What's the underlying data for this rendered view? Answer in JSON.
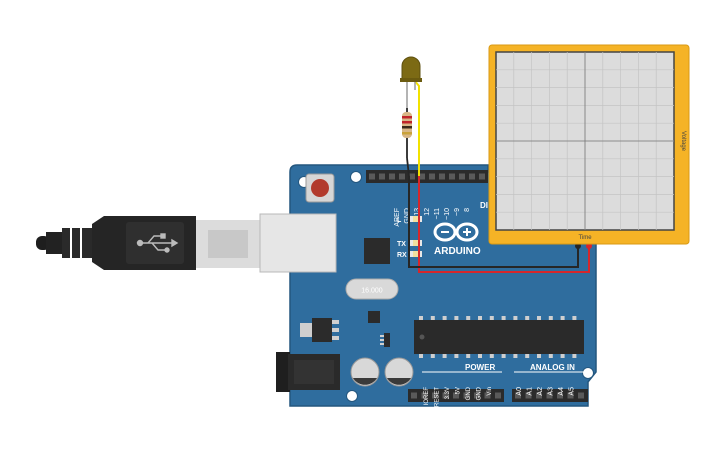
{
  "colors": {
    "board": "#2f6d9e",
    "board_edge": "#24577f",
    "header": "#2b2b2b",
    "scope_frame": "#f5b326",
    "scope_screen": "#dcdcdc",
    "scope_grid": "#c4c4c4",
    "wire_red": "#d6262b",
    "wire_black": "#262626",
    "wire_yellow": "#f2e200",
    "led": "#7c6a14"
  },
  "board": {
    "brand": "ARDUINO",
    "top_header_labels": [
      "AREF",
      "GND",
      "13",
      "12",
      "~11",
      "~10",
      "~9",
      "8"
    ],
    "indicator_labels": [
      "L",
      "TX",
      "RX"
    ],
    "digital_label": "DI",
    "power_label": "POWER",
    "power_pins": [
      "IOREF",
      "RESET",
      "3.3V",
      "5V",
      "GND",
      "GND",
      "Vin"
    ],
    "analog_label": "ANALOG IN",
    "analog_pins": [
      "A0",
      "A1",
      "A2",
      "A3",
      "A4",
      "A5"
    ],
    "crystal_label": "16.000"
  },
  "oscilloscope": {
    "x_label": "Time",
    "y_label": "Voltage"
  },
  "icons": {
    "usb": "usb-symbol-icon",
    "led": "led-icon",
    "resistor": "resistor-icon"
  }
}
